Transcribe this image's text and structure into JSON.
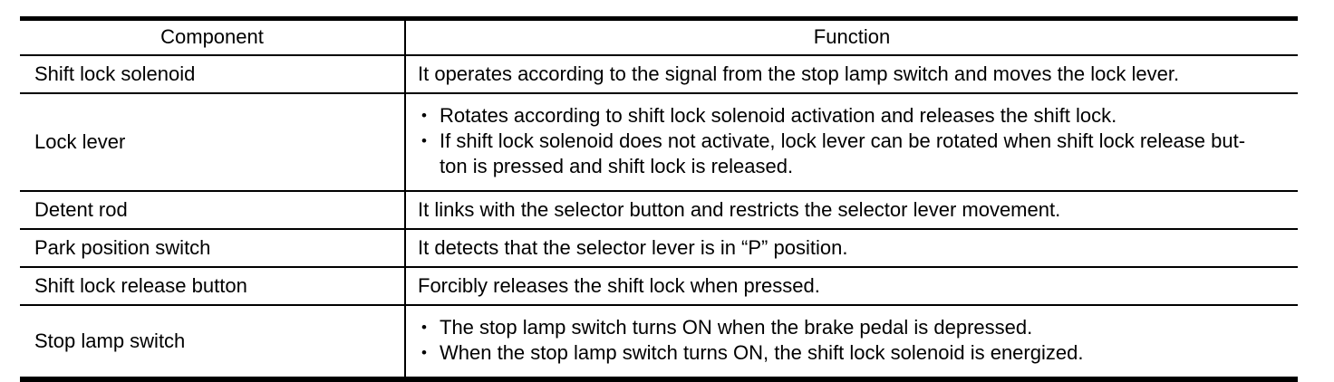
{
  "document": {
    "background": "#ffffff",
    "text_color": "#000000",
    "bullet_glyph": "•"
  },
  "table": {
    "headers": [
      "Component",
      "Function"
    ],
    "rows": [
      {
        "component": "Shift lock solenoid",
        "items": [
          {
            "bullet": false,
            "text": "It operates according to the signal from the stop lamp switch and moves the lock lever."
          }
        ]
      },
      {
        "component": "Lock lever",
        "items": [
          {
            "bullet": true,
            "text": "Rotates according to shift lock solenoid activation and releases the shift lock."
          },
          {
            "bullet": true,
            "text": "If shift lock solenoid does not activate, lock lever can be rotated when shift lock release but-\nton is pressed and shift lock is released."
          }
        ]
      },
      {
        "component": "Detent rod",
        "items": [
          {
            "bullet": false,
            "text": "It links with the selector button and restricts the selector lever movement."
          }
        ]
      },
      {
        "component": "Park position switch",
        "items": [
          {
            "bullet": false,
            "text": "It detects that the selector lever is in “P” position."
          }
        ]
      },
      {
        "component": "Shift lock release button",
        "items": [
          {
            "bullet": false,
            "text": "Forcibly releases the shift lock when pressed."
          }
        ]
      },
      {
        "component": "Stop lamp switch",
        "items": [
          {
            "bullet": true,
            "text": "The stop lamp switch turns ON when the brake pedal is depressed."
          },
          {
            "bullet": true,
            "text": "When the stop lamp switch turns ON, the shift lock solenoid is energized."
          }
        ]
      }
    ]
  }
}
